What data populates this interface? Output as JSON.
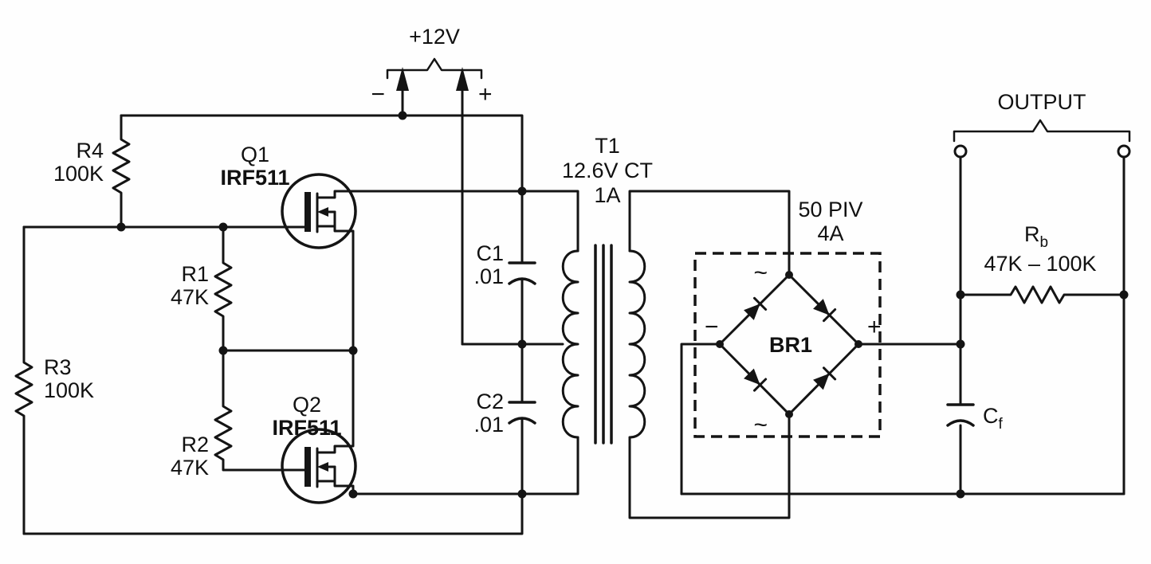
{
  "diagram_type": "circuit-schematic",
  "supply": {
    "voltage_label": "+12V",
    "minus_label": "−",
    "plus_label": "+"
  },
  "oscillator": {
    "q1": {
      "ref": "Q1",
      "part": "IRF511"
    },
    "q2": {
      "ref": "Q2",
      "part": "IRF511"
    },
    "r1": {
      "ref": "R1",
      "value": "47K"
    },
    "r2": {
      "ref": "R2",
      "value": "47K"
    },
    "r3": {
      "ref": "R3",
      "value": "100K"
    },
    "r4": {
      "ref": "R4",
      "value": "100K"
    },
    "c1": {
      "ref": "C1",
      "value": ".01"
    },
    "c2": {
      "ref": "C2",
      "value": ".01"
    }
  },
  "transformer": {
    "ref": "T1",
    "spec_voltage": "12.6V CT",
    "spec_current": "1A"
  },
  "rectifier": {
    "ref": "BR1",
    "spec_piv": "50 PIV",
    "spec_current": "4A",
    "ac_top": "~",
    "ac_bottom": "~",
    "neg": "−",
    "pos": "+"
  },
  "output": {
    "label": "OUTPUT",
    "rb": {
      "ref_main": "R",
      "ref_sub": "b",
      "value": "47K – 100K"
    },
    "cf": {
      "ref_main": "C",
      "ref_sub": "f"
    }
  }
}
